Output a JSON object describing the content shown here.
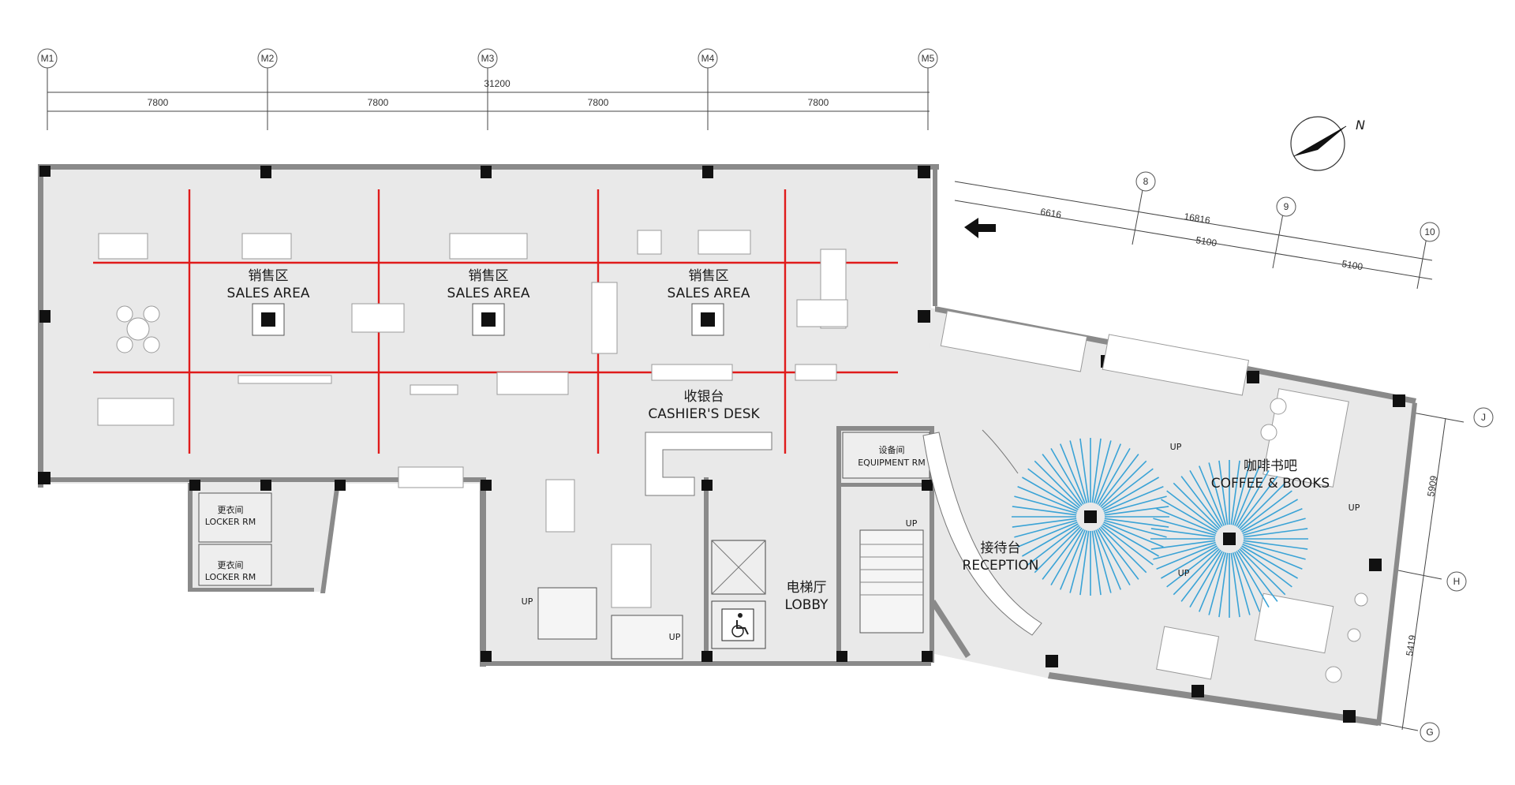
{
  "gridTop": [
    "M1",
    "M2",
    "M3",
    "M4",
    "M5"
  ],
  "dimTopTotal": "31200",
  "dimTopSpans": [
    "7800",
    "7800",
    "7800",
    "7800"
  ],
  "gridRightAngled": [
    "8",
    "9",
    "10"
  ],
  "dimAngledTotal": "16816",
  "dimAngledSpans": [
    "6616",
    "5100",
    "5100"
  ],
  "gridRight": [
    "J",
    "H",
    "G"
  ],
  "dimRightSpans": [
    "5909",
    "5419"
  ],
  "north": "N",
  "up": "UP",
  "rooms": {
    "sales_cn": "销售区",
    "sales_en": "SALES AREA",
    "cashier_cn": "收银台",
    "cashier_en": "CASHIER'S DESK",
    "equipment_cn": "设备间",
    "equipment_en": "EQUIPMENT RM",
    "locker_cn": "更衣间",
    "locker_en": "LOCKER RM",
    "lobby_cn": "电梯厅",
    "lobby_en": "LOBBY",
    "reception_cn": "接待台",
    "reception_en": "RECEPTION",
    "coffee_cn": "咖啡书吧",
    "coffee_en": "COFFEE & BOOKS"
  },
  "colors": {
    "redLines": "#e01b1b",
    "blueRays": "#3aa3d6",
    "walls": "#8a8a8a",
    "floor": "#e9e9e9"
  }
}
